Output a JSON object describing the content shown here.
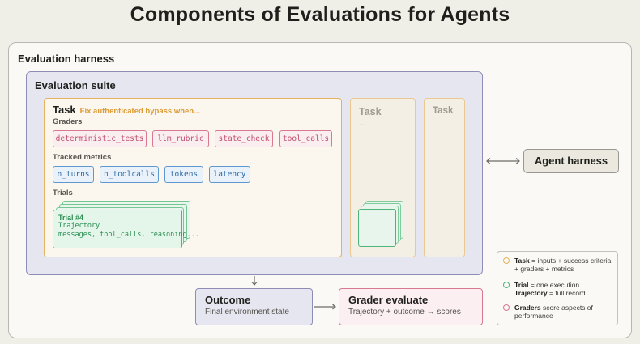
{
  "title": "Components of Evaluations for Agents",
  "harness": {
    "label": "Evaluation harness"
  },
  "suite": {
    "label": "Evaluation suite"
  },
  "task": {
    "label": "Task",
    "subtitle": "Fix authenticated bypass when...",
    "graders_label": "Graders",
    "graders": [
      "deterministic_tests",
      "llm_rubric",
      "state_check",
      "tool_calls"
    ],
    "metrics_label": "Tracked metrics",
    "metrics": [
      "n_turns",
      "n_toolcalls",
      "tokens",
      "latency"
    ],
    "trials_label": "Trials",
    "trial": {
      "label": "Trial #4",
      "line1": "Trajectory",
      "line2": "messages, tool_calls, reasoning..."
    }
  },
  "task2": {
    "label": "Task",
    "ellipsis": "..."
  },
  "task3": {
    "label": "Task"
  },
  "agent_harness": {
    "label": "Agent harness"
  },
  "outcome": {
    "title": "Outcome",
    "subtitle": "Final environment state"
  },
  "grader_evaluate": {
    "title": "Grader evaluate",
    "subtitle": "Trajectory + outcome → scores"
  },
  "legend": {
    "task_term": "Task",
    "task_def": "= inputs + success criteria + graders + metrics",
    "trial_term": "Trial",
    "trial_def": "= one execution",
    "traj_term": "Trajectory",
    "traj_def": "= full record",
    "graders_term": "Graders",
    "graders_def": "score aspects of performance"
  },
  "colors": {
    "task": "#e7b25e",
    "trial": "#4fb478",
    "grader": "#d87891",
    "metric": "#5f97cf",
    "suite": "#8f8db6"
  }
}
